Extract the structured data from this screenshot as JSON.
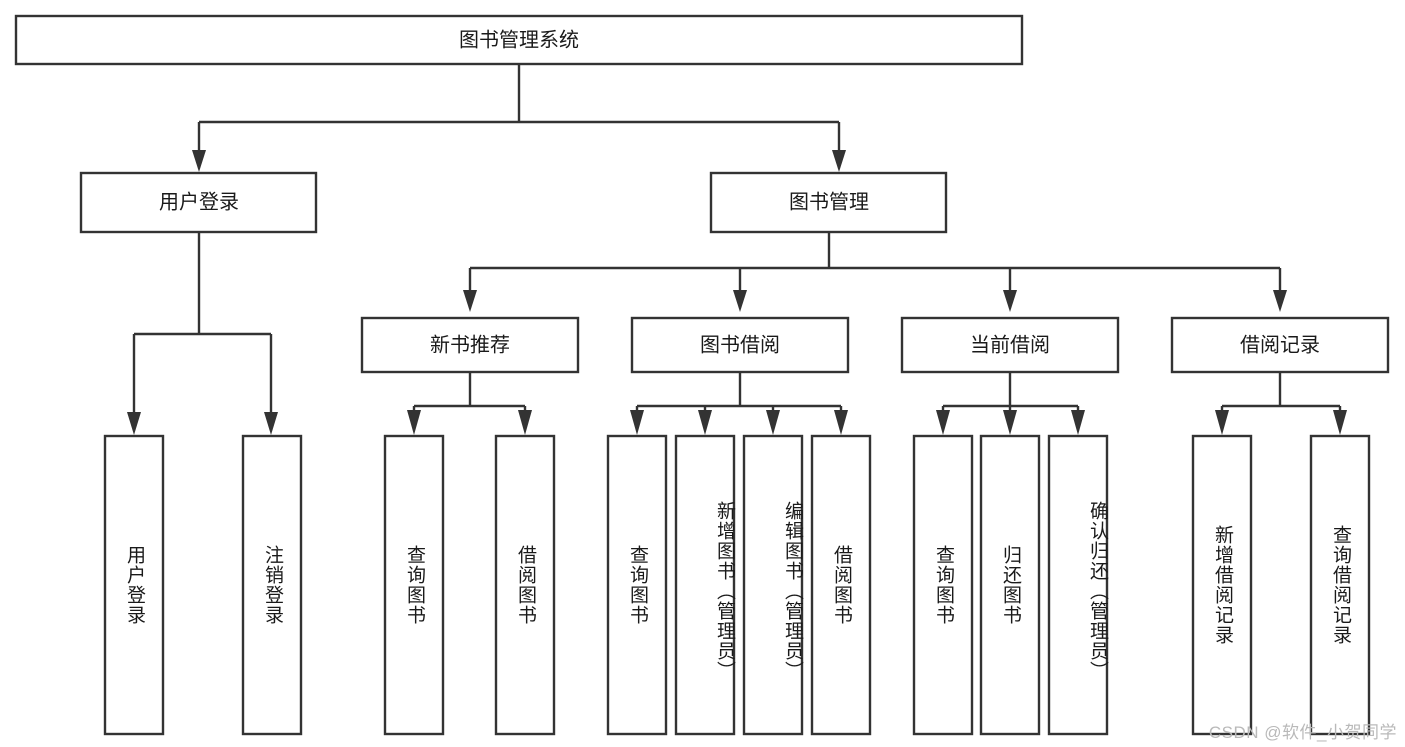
{
  "diagram": {
    "type": "tree-hierarchy",
    "title": "图书管理系统",
    "root": {
      "id": "root",
      "label": "图书管理系统",
      "orientation": "horizontal"
    },
    "level2": [
      {
        "id": "user-login",
        "label": "用户登录",
        "orientation": "horizontal"
      },
      {
        "id": "book-manage",
        "label": "图书管理",
        "orientation": "horizontal"
      }
    ],
    "level3": [
      {
        "id": "new-book-rec",
        "label": "新书推荐",
        "orientation": "horizontal",
        "parent": "book-manage"
      },
      {
        "id": "book-borrow",
        "label": "图书借阅",
        "orientation": "horizontal",
        "parent": "book-manage"
      },
      {
        "id": "current-borrow",
        "label": "当前借阅",
        "orientation": "horizontal",
        "parent": "book-manage"
      },
      {
        "id": "borrow-record",
        "label": "借阅记录",
        "orientation": "horizontal",
        "parent": "book-manage"
      }
    ],
    "leaves": [
      {
        "id": "leaf-user-login",
        "label": "用户登录",
        "parent": "user-login",
        "orientation": "vertical"
      },
      {
        "id": "leaf-logout",
        "label": "注销登录",
        "parent": "user-login",
        "orientation": "vertical"
      },
      {
        "id": "leaf-query-book-1",
        "label": "查询图书",
        "parent": "new-book-rec",
        "orientation": "vertical"
      },
      {
        "id": "leaf-borrow-book-1",
        "label": "借阅图书",
        "parent": "new-book-rec",
        "orientation": "vertical"
      },
      {
        "id": "leaf-query-book-2",
        "label": "查询图书",
        "parent": "book-borrow",
        "orientation": "vertical"
      },
      {
        "id": "leaf-add-book",
        "label": "新增图书（管理员）",
        "parent": "book-borrow",
        "orientation": "vertical"
      },
      {
        "id": "leaf-edit-book",
        "label": "编辑图书（管理员）",
        "parent": "book-borrow",
        "orientation": "vertical"
      },
      {
        "id": "leaf-borrow-book-2",
        "label": "借阅图书",
        "parent": "book-borrow",
        "orientation": "vertical"
      },
      {
        "id": "leaf-query-book-3",
        "label": "查询图书",
        "parent": "current-borrow",
        "orientation": "vertical"
      },
      {
        "id": "leaf-return-book",
        "label": "归还图书",
        "parent": "current-borrow",
        "orientation": "vertical"
      },
      {
        "id": "leaf-confirm-return",
        "label": "确认归还（管理员）",
        "parent": "current-borrow",
        "orientation": "vertical"
      },
      {
        "id": "leaf-add-record",
        "label": "新增借阅记录",
        "parent": "borrow-record",
        "orientation": "vertical"
      },
      {
        "id": "leaf-query-record",
        "label": "查询借阅记录",
        "parent": "borrow-record",
        "orientation": "vertical"
      }
    ],
    "colors": {
      "stroke": "#333333",
      "fill": "#ffffff",
      "text": "#1a1a1a",
      "watermark": "#b9b9b9"
    }
  },
  "watermark": {
    "text": "CSDN @软件_小贺同学"
  }
}
